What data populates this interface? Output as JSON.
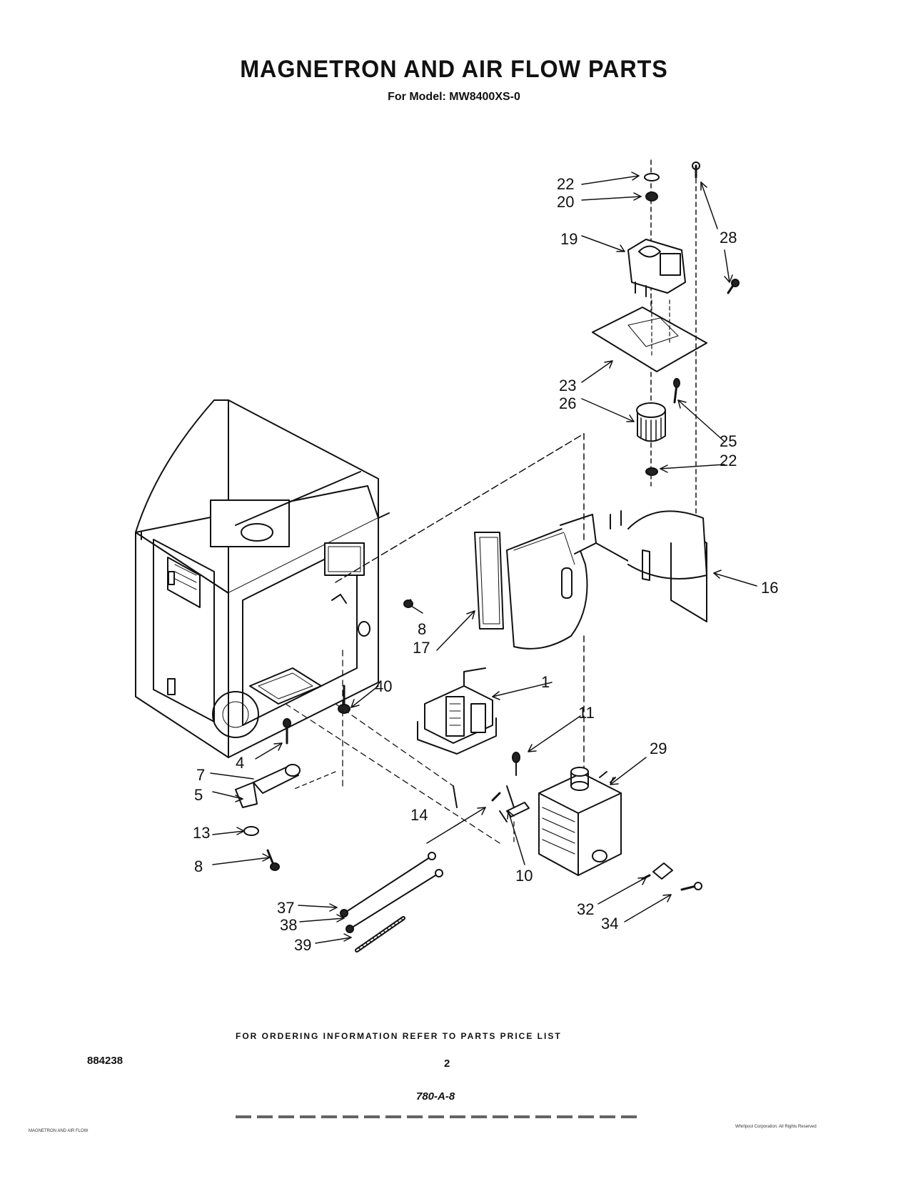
{
  "page": {
    "title": "MAGNETRON AND AIR FLOW PARTS",
    "model": "For Model: MW8400XS-0"
  },
  "callouts": {
    "c22a": "22",
    "c20": "20",
    "c19": "19",
    "c28": "28",
    "c23": "23",
    "c26": "26",
    "c25": "25",
    "c22b": "22",
    "c16": "16",
    "c8a": "8",
    "c17": "17",
    "c1": "1",
    "c40": "40",
    "c11": "11",
    "c29": "29",
    "c4": "4",
    "c7": "7",
    "c5": "5",
    "c14": "14",
    "c13": "13",
    "c10": "10",
    "c8b": "8",
    "c37": "37",
    "c38": "38",
    "c39": "39",
    "c32": "32",
    "c34": "34"
  },
  "footer": {
    "ordering": "FOR ORDERING INFORMATION REFER TO PARTS PRICE LIST",
    "doc_number": "884238",
    "page_number": "2",
    "handnote": "780-A-8",
    "bottom_left": "MAGNETRON AND AIR FLOW",
    "bottom_right": "Whirlpool Corporation. All Rights Reserved"
  }
}
